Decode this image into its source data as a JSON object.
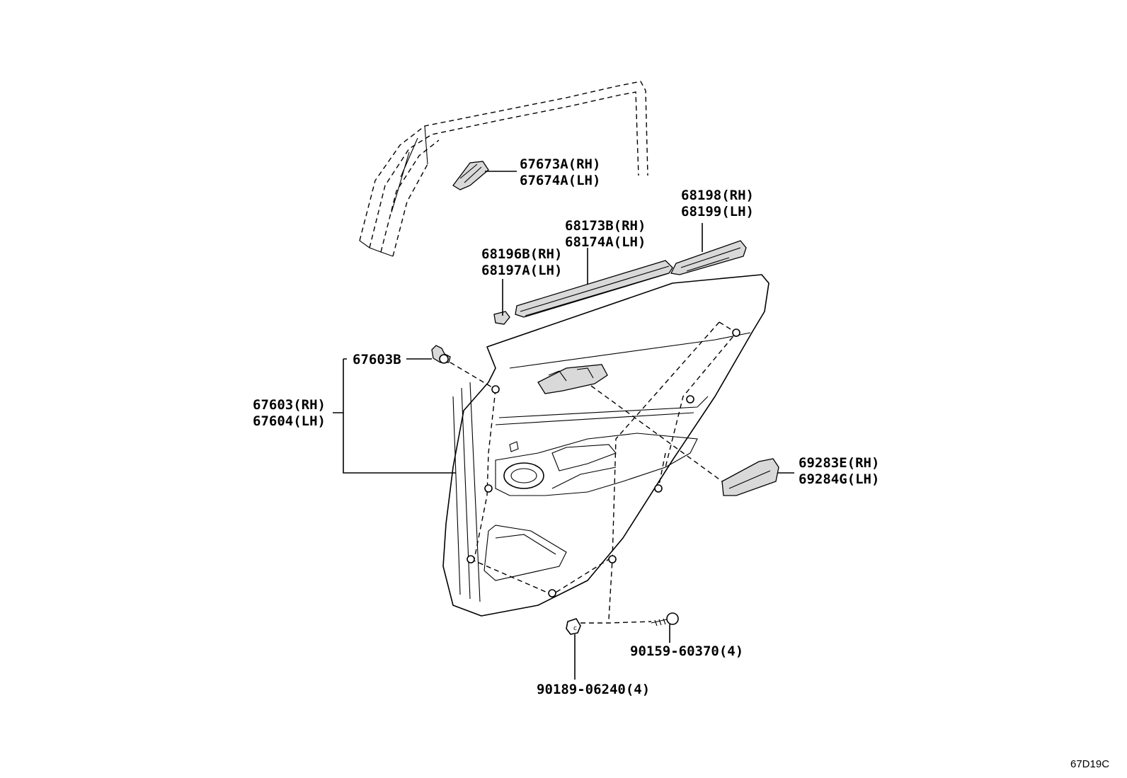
{
  "callouts": [
    {
      "id": "weatherstrip-corner",
      "lines": [
        "67673A(RH)",
        "67674A(LH)"
      ]
    },
    {
      "id": "rear-garnish",
      "lines": [
        "68198(RH)",
        "68199(LH)"
      ]
    },
    {
      "id": "belt-weatherstrip",
      "lines": [
        "68173B(RH)",
        "68174A(LH)"
      ]
    },
    {
      "id": "belt-end-cap",
      "lines": [
        "68196B(RH)",
        "68197A(LH)"
      ]
    },
    {
      "id": "clip",
      "lines": [
        "67603B"
      ]
    },
    {
      "id": "door-trim-board",
      "lines": [
        "67603(RH)",
        "67604(LH)"
      ]
    },
    {
      "id": "armrest-pad",
      "lines": [
        "69283E(RH)",
        "69284G(LH)"
      ]
    },
    {
      "id": "screw",
      "lines": [
        "90159-60370(4)"
      ]
    },
    {
      "id": "nut",
      "lines": [
        "90189-06240(4)"
      ]
    }
  ],
  "diagram_code": "67D19C"
}
